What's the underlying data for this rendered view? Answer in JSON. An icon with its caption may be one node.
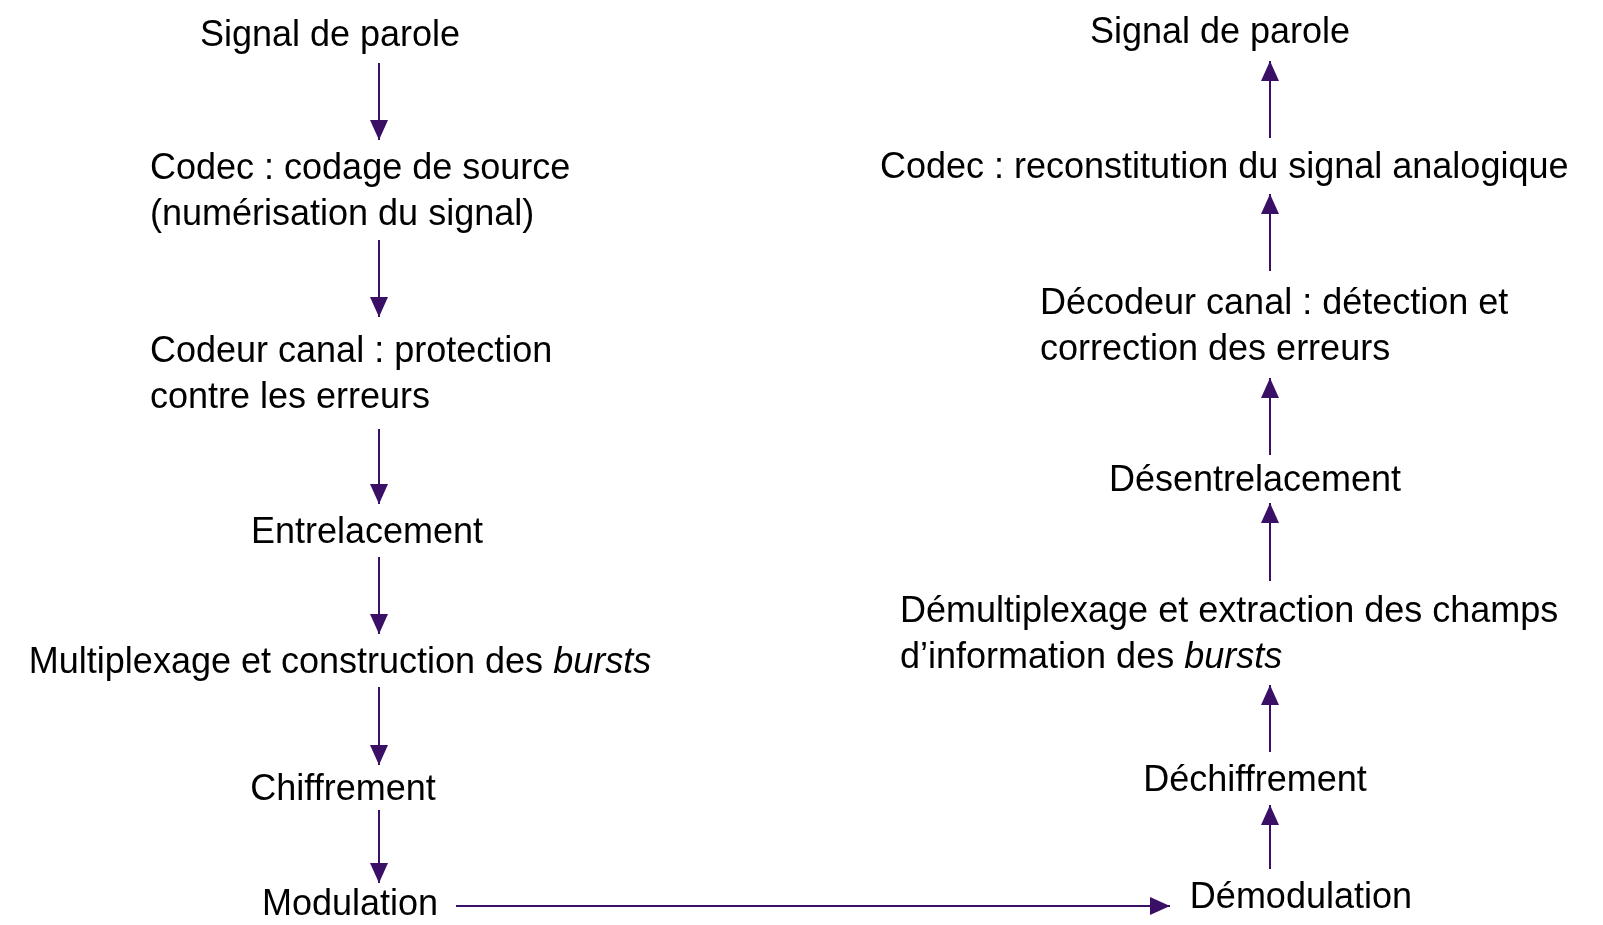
{
  "diagram": {
    "nodes": [
      {
        "text": [
          "Signal de parole"
        ]
      },
      {
        "text": [
          "Codec : codage de source (numérisation du signal)"
        ]
      },
      {
        "text": [
          "Codeur canal : protection contre les erreurs"
        ]
      },
      {
        "text": [
          "Entrelacement"
        ]
      },
      {
        "text": [
          "Multiplexage et construction des *bursts*"
        ]
      },
      {
        "text": [
          "Chiffrement"
        ]
      },
      {
        "text": [
          "Modulation"
        ]
      },
      {
        "text": [
          "Signal de parole"
        ]
      },
      {
        "text": [
          "Codec : reconstitution du signal analogique"
        ]
      },
      {
        "text": [
          "Décodeur canal : détection et correction des erreurs"
        ]
      },
      {
        "text": [
          "Désentrelacement"
        ]
      },
      {
        "text": [
          "Démultiplexage et extraction des champs d’information des *bursts*"
        ]
      },
      {
        "text": [
          "Déchiffrement"
        ]
      },
      {
        "text": [
          "Démodulation"
        ]
      }
    ],
    "edges": [
      {
        "from": 0,
        "to": 1,
        "arrow": "to"
      },
      {
        "from": 1,
        "to": 2,
        "arrow": "to"
      },
      {
        "from": 2,
        "to": 3,
        "arrow": "to"
      },
      {
        "from": 3,
        "to": 4,
        "arrow": "to"
      },
      {
        "from": 4,
        "to": 5,
        "arrow": "to"
      },
      {
        "from": 5,
        "to": 6,
        "arrow": "to"
      },
      {
        "from": 6,
        "to": 13,
        "arrow": "to"
      },
      {
        "from": 13,
        "to": 12,
        "arrow": "to"
      },
      {
        "from": 12,
        "to": 11,
        "arrow": "to"
      },
      {
        "from": 11,
        "to": 10,
        "arrow": "to"
      },
      {
        "from": 10,
        "to": 9,
        "arrow": "to"
      },
      {
        "from": 9,
        "to": 8,
        "arrow": "to"
      },
      {
        "from": 8,
        "to": 7,
        "arrow": "to"
      }
    ]
  }
}
